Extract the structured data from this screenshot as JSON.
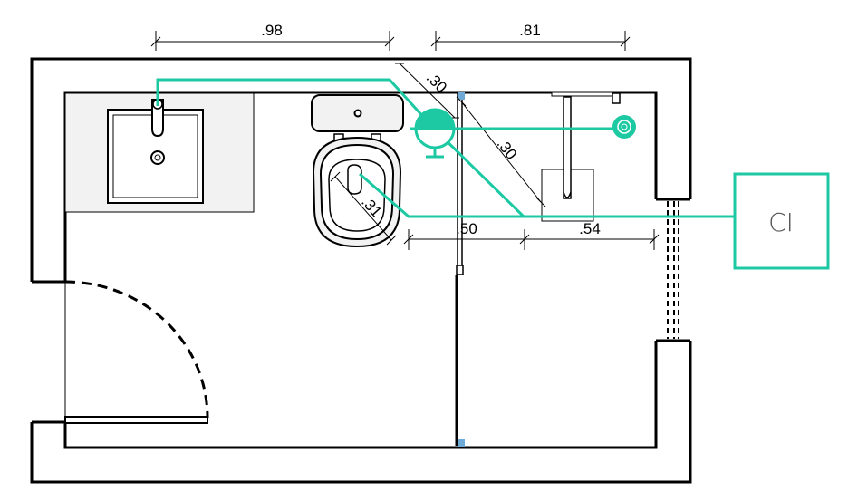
{
  "dimensions": {
    "top_left": ".98",
    "top_right": ".81",
    "diag_upper": ".30",
    "diag_lower": ".30",
    "toilet_diag": ".31",
    "mid_left": ".50",
    "mid_right": ".54"
  },
  "panel": {
    "label": "CI"
  },
  "colors": {
    "wall": "#000000",
    "fixture_fill": "#f2f2f2",
    "circuit": "#1cc9a3",
    "marker": "#6fa9d6"
  }
}
